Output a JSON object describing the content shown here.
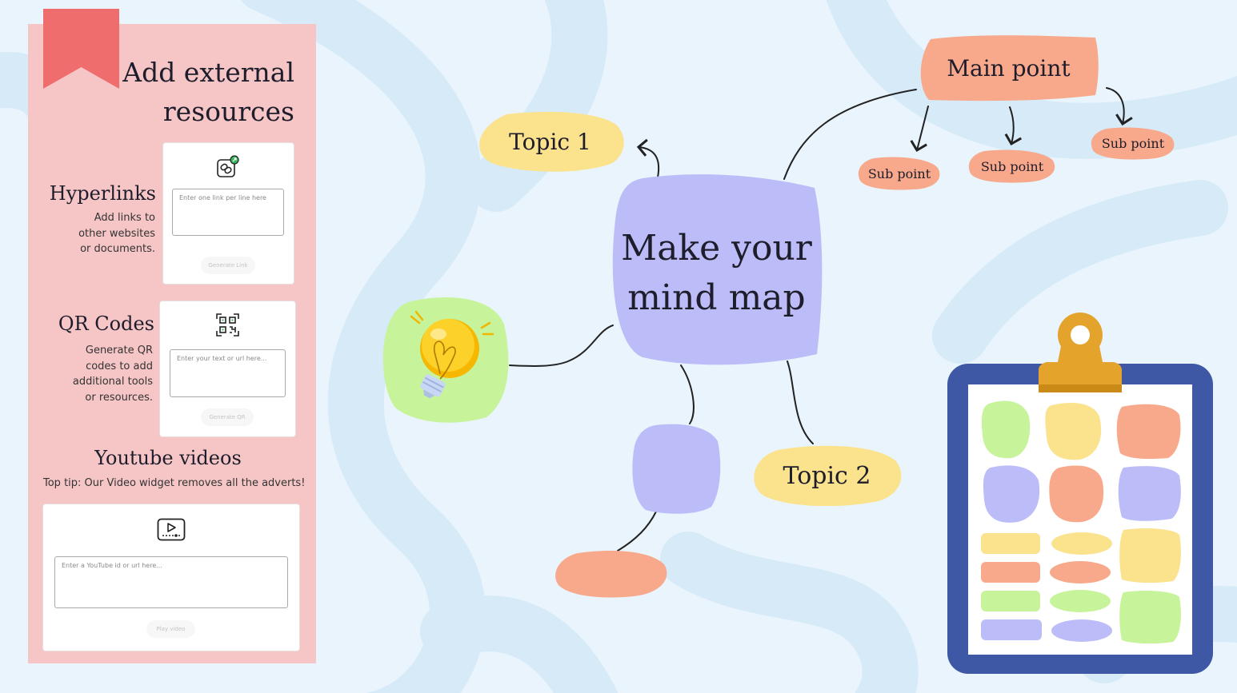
{
  "panel": {
    "title": "Add external resources",
    "hyperlinks": {
      "title": "Hyperlinks",
      "description": "Add links to other websites or documents.",
      "placeholder": "Enter one link per line here",
      "button": "Generate Link"
    },
    "qr": {
      "title": "QR Codes",
      "description": "Generate QR codes to add additional tools or resources.",
      "placeholder": "Enter your text or url here...",
      "button": "Generate QR"
    },
    "youtube": {
      "title": "Youtube videos",
      "tip": "Top tip: Our Video widget removes all the adverts!",
      "placeholder": "Enter a YouTube id or url here...",
      "button": "Play video"
    }
  },
  "mindmap": {
    "center": "Make your mind map",
    "topic1": "Topic 1",
    "topic2": "Topic 2",
    "main_point": "Main point",
    "sub_points": [
      "Sub point",
      "Sub point",
      "Sub point"
    ]
  },
  "colors": {
    "background": "#e9f4fc",
    "panel": "#f6c6c7",
    "bookmark": "#ef6d6c",
    "purple": "#bcbdf8",
    "yellow": "#fbe28c",
    "salmon": "#f8a88b",
    "green": "#c7f39a",
    "clipboard_frame": "#3e58a5",
    "clip_gold": "#e4a32a"
  },
  "icons": [
    "bookmark-icon",
    "link-icon",
    "qr-code-icon",
    "video-play-icon",
    "lightbulb-icon",
    "clipboard-icon"
  ]
}
